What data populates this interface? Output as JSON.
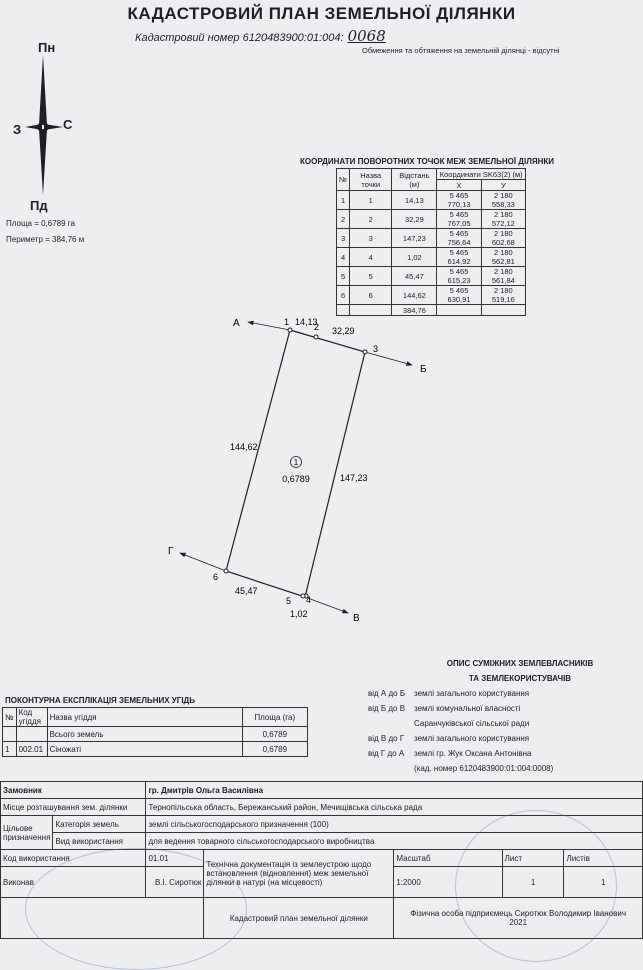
{
  "header": {
    "title": "КАДАСТРОВИЙ ПЛАН ЗЕМЕЛЬНОЇ ДІЛЯНКИ",
    "cadastral_label": "Кадастровий номер",
    "cadastral_number": "6120483900:01:004:",
    "cadastral_handwritten": "0068",
    "restrictions": "Обмеження та обтяження на земельній ділянці - відсутні"
  },
  "compass": {
    "north": "Пн",
    "south": "Пд",
    "west": "З",
    "east": "С"
  },
  "summary": {
    "area": "Площа = 0,6789 га",
    "perimeter": "Периметр = 384,76 м"
  },
  "coord_table": {
    "title": "КООРДИНАТИ ПОВОРОТНИХ ТОЧОК МЕЖ ЗЕМЕЛЬНОЇ ДІЛЯНКИ",
    "h_num": "№",
    "h_name": "Назва точки",
    "h_dist": "Відстань (м)",
    "h_coords": "Координати SK63(2) (м)",
    "h_x": "Х",
    "h_y": "У",
    "rows": [
      {
        "n": "1",
        "name": "1",
        "dist": "14,13",
        "x": "5 465 770,13",
        "y": "2 180 558,33"
      },
      {
        "n": "2",
        "name": "2",
        "dist": "32,29",
        "x": "5 465 767,05",
        "y": "2 180 572,12"
      },
      {
        "n": "3",
        "name": "3",
        "dist": "147,23",
        "x": "5 465 756,64",
        "y": "2 180 602,68"
      },
      {
        "n": "4",
        "name": "4",
        "dist": "1,02",
        "x": "5 465 614,92",
        "y": "2 180 562,81"
      },
      {
        "n": "5",
        "name": "5",
        "dist": "45,47",
        "x": "5 465 615,23",
        "y": "2 180 561,84"
      },
      {
        "n": "6",
        "name": "6",
        "dist": "144,62",
        "x": "5 465 630,91",
        "y": "2 180 519,16"
      }
    ],
    "total": "384,76"
  },
  "plan": {
    "points": [
      "1",
      "2",
      "3",
      "4",
      "5",
      "6"
    ],
    "dist_12": "14,13",
    "dist_23": "32,29",
    "dist_34": "1,02",
    "dist_45": "45,47",
    "dist_west": "144,62",
    "dist_east": "147,23",
    "arrow_a": "А",
    "arrow_b": "Б",
    "arrow_v": "В",
    "arrow_g": "Г",
    "parcel_no": "1",
    "parcel_area": "0,6789"
  },
  "neighbors": {
    "title1": "ОПИС СУМІЖНИХ ЗЕМЛЕВЛАСНИКІВ",
    "title2": "ТА ЗЕМЛЕКОРИСТУВАЧІВ",
    "rows": [
      {
        "rel": "від А до Б",
        "desc": "землі загального користування"
      },
      {
        "rel": "від Б до В",
        "desc": "землі комунальної власності"
      },
      {
        "rel": "",
        "desc": "Саранчуківської сільської ради"
      },
      {
        "rel": "від В до Г",
        "desc": "землі загального користування"
      },
      {
        "rel": "від Г до А",
        "desc": "землі гр. Жук Оксана Антонівна"
      },
      {
        "rel": "",
        "desc": "(кад. номер 6120483900:01:004:0008)"
      }
    ]
  },
  "explication": {
    "title": "ПОКОНТУРНА ЕКСПЛІКАЦІЯ ЗЕМЕЛЬНИХ УГІДЬ",
    "h_num": "№",
    "h_code": "Код угіддя",
    "h_name": "Назва угіддя",
    "h_area": "Площа (га)",
    "total_label": "Всього земель",
    "total_area": "0,6789",
    "row_num": "1",
    "row_code": "002.01",
    "row_name": "Сіножаті",
    "row_area": "0,6789"
  },
  "bottom": {
    "customer_label": "Замовник",
    "customer": "гр. Дмитрів Ольга Василівна",
    "location_label": "Місце розташування зем. ділянки",
    "location": "Тернопільська область, Бережанський район, Мечищівська сільська рада",
    "purpose_label": "Цільове призначення",
    "category_label": "Категорія земель",
    "category": "землі сільськогосподарського призначення (100)",
    "use_label": "Вид використання",
    "use": "для ведення товарного сільськогосподарського виробництва",
    "code_label": "Код використання",
    "code": "01.01",
    "prepared_label": "Виконав",
    "prepared": "В.І. Сиротюк",
    "docs": "Технічна документація із землеустрою щодо встановлення (відновлення) меж земельної ділянки в натурі (на місцевості)",
    "plan_name": "Кадастровий план земельної ділянки",
    "scale_label": "Масштаб",
    "scale": "1:2000",
    "sheet_label": "Лист",
    "sheet": "1",
    "sheets_label": "Листів",
    "sheets": "1",
    "contractor": "Фізична особа підприємець Сиротюк Володимир Іванович",
    "year": "2021"
  }
}
